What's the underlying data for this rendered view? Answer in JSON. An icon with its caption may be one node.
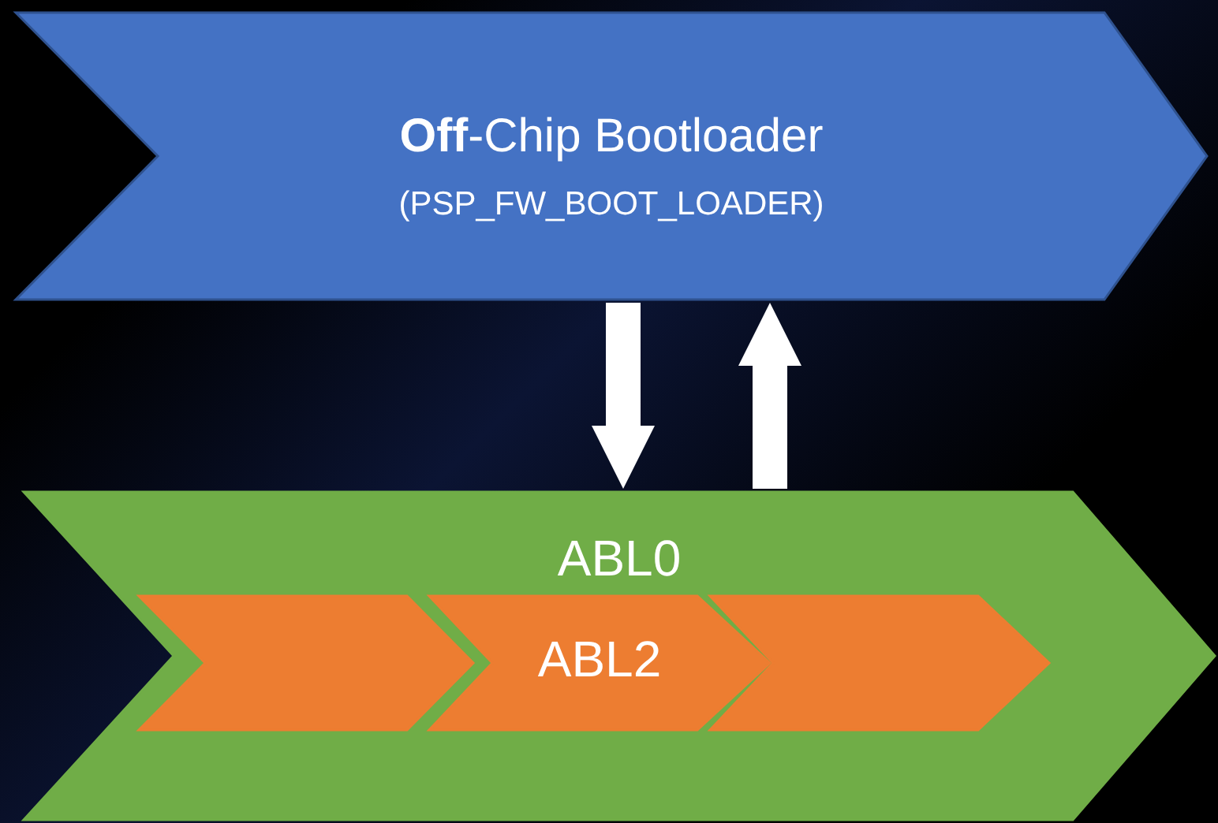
{
  "diagram": {
    "nodes": [
      {
        "text": [
          "**Off**-Chip Bootloader",
          "(PSP_FW_BOOT_LOADER)"
        ]
      },
      {
        "text": [
          "ABL0"
        ]
      },
      {
        "text": [],
        "shape": "chevron",
        "in": 1
      },
      {
        "text": [
          "ABL2"
        ],
        "in": 1
      },
      {
        "text": [],
        "shape": "chevron",
        "in": 1
      }
    ],
    "edges": [
      {
        "from": 0,
        "to": 1,
        "arrow": "to"
      },
      {
        "from": 1,
        "to": 0,
        "arrow": "to"
      }
    ]
  }
}
